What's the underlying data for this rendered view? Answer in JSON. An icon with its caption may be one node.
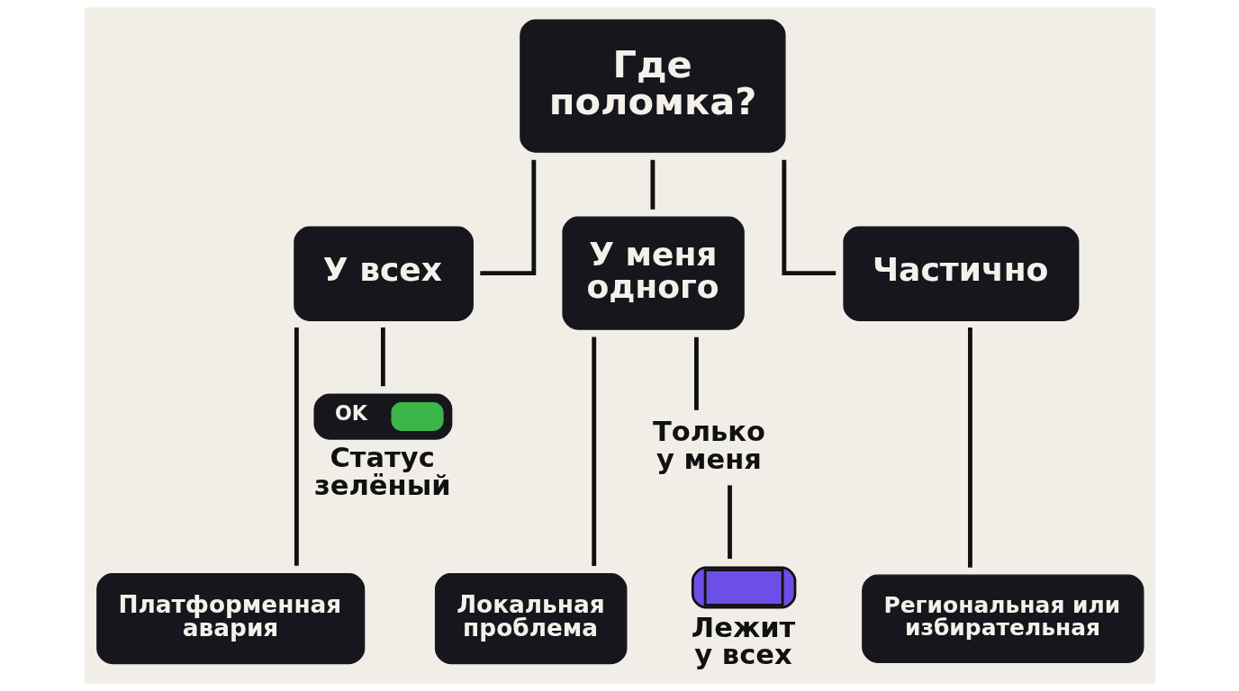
{
  "diagram": {
    "nodes": [
      {
        "text": [
          "Где поломка?"
        ]
      },
      {
        "text": [
          "У всех"
        ]
      },
      {
        "text": [
          "У меня одного"
        ]
      },
      {
        "text": [
          "Частично"
        ]
      },
      {
        "text": [
          "OK"
        ],
        "beside": [
          "Статус зелёный"
        ]
      },
      {
        "text": [
          "Платформенная авария"
        ]
      },
      {
        "text": [
          "Локальная проблема"
        ]
      },
      {
        "text": [
          "Региональная или избирательная"
        ]
      },
      {
        "text": [
          "Только у меня"
        ]
      },
      {
        "text": [],
        "shape": "cloud",
        "beside": [
          "Лежит у всех"
        ]
      }
    ],
    "edges": [
      {
        "from": 0,
        "to": 1,
        "arrow": "none"
      },
      {
        "from": 0,
        "to": 2,
        "arrow": "none"
      },
      {
        "from": 0,
        "to": 3,
        "arrow": "none"
      },
      {
        "from": 1,
        "to": 5,
        "arrow": "none"
      },
      {
        "from": 1,
        "to": 4,
        "arrow": "none"
      },
      {
        "from": 2,
        "to": 6,
        "arrow": "none"
      },
      {
        "from": 2,
        "to": 8,
        "arrow": "none"
      },
      {
        "from": 8,
        "to": 9,
        "arrow": "none"
      },
      {
        "from": 3,
        "to": 7,
        "arrow": "none"
      }
    ]
  }
}
